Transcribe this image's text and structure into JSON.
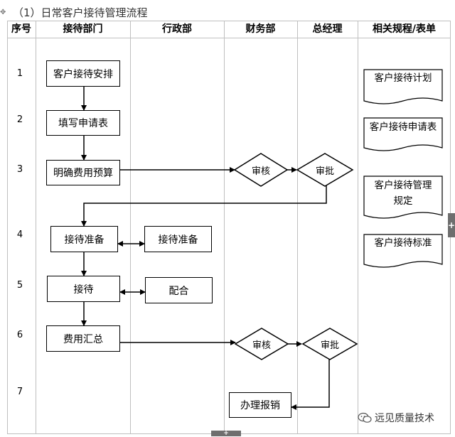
{
  "title": "（1）日常客户接待管理流程",
  "columns": [
    "序号",
    "接待部门",
    "行政部",
    "财务部",
    "总经理",
    "相关规程/表单"
  ],
  "rows": [
    "1",
    "2",
    "3",
    "4",
    "5",
    "6",
    "7"
  ],
  "process_boxes": {
    "arrangement": "客户接待安排",
    "fill_form": "填写申请表",
    "budget": "明确费用预算",
    "prep_reception": "接待准备",
    "prep_admin": "接待准备",
    "reception": "接待",
    "cooperate": "配合",
    "summary": "费用汇总",
    "reimburse": "办理报销"
  },
  "decisions": {
    "review_1": "审核",
    "approve_1": "审批",
    "review_2": "审核",
    "approve_2": "审批"
  },
  "documents": {
    "plan": "客户接待计划",
    "application": "客户接待申请表",
    "rule_line1": "客户接待管理",
    "rule_line2": "规定",
    "standard": "客户接待标准"
  },
  "watermark": "远见质量技术",
  "handles": {
    "right": "+",
    "bottom": "+",
    "corner": "✥"
  }
}
